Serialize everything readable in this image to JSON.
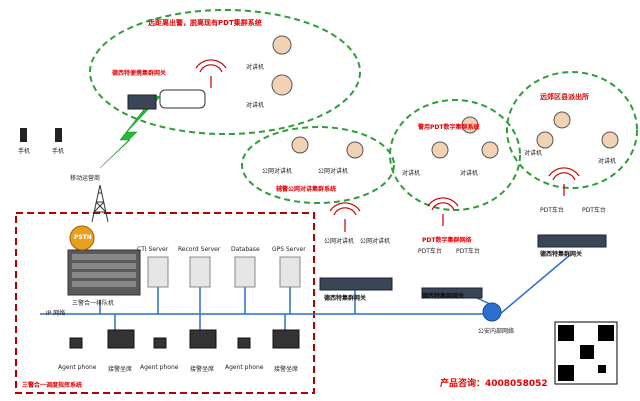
{
  "colors": {
    "accent_red": "#e60000",
    "cloud_green": "#2e9e3a",
    "link_blue": "#2b6fcf",
    "lightning": "#22bb33"
  },
  "labels": {
    "cloud_top": "远距离出警，脱离现有PDT集群系统",
    "mobile_gateway": "德西特便携集群网关",
    "handset": "对讲机",
    "phone": "手机",
    "mobile_operator": "移动运营商",
    "aux_public": "辅警公网对讲集群系统",
    "public_handset": "公网对讲机",
    "police_pdt": "警用PDT数字集群系统",
    "suburb_station": "远郊区县派出所",
    "pdt_car": "PDT车台",
    "pdt_network": "PDT数字集群网络",
    "gateway": "德西特集群网关",
    "pstn": "PSTN",
    "cti": "CTI Server",
    "record": "Record Server",
    "database": "Database",
    "gps": "GPS Server",
    "rack": "三警合一排队机",
    "ip_net": "IP 网络",
    "agent": "Agent phone",
    "seat": "接警坐席",
    "system": "三警合一调度指挥系统",
    "router": "公安内部网络",
    "consult": "产品咨询：4008058052"
  }
}
